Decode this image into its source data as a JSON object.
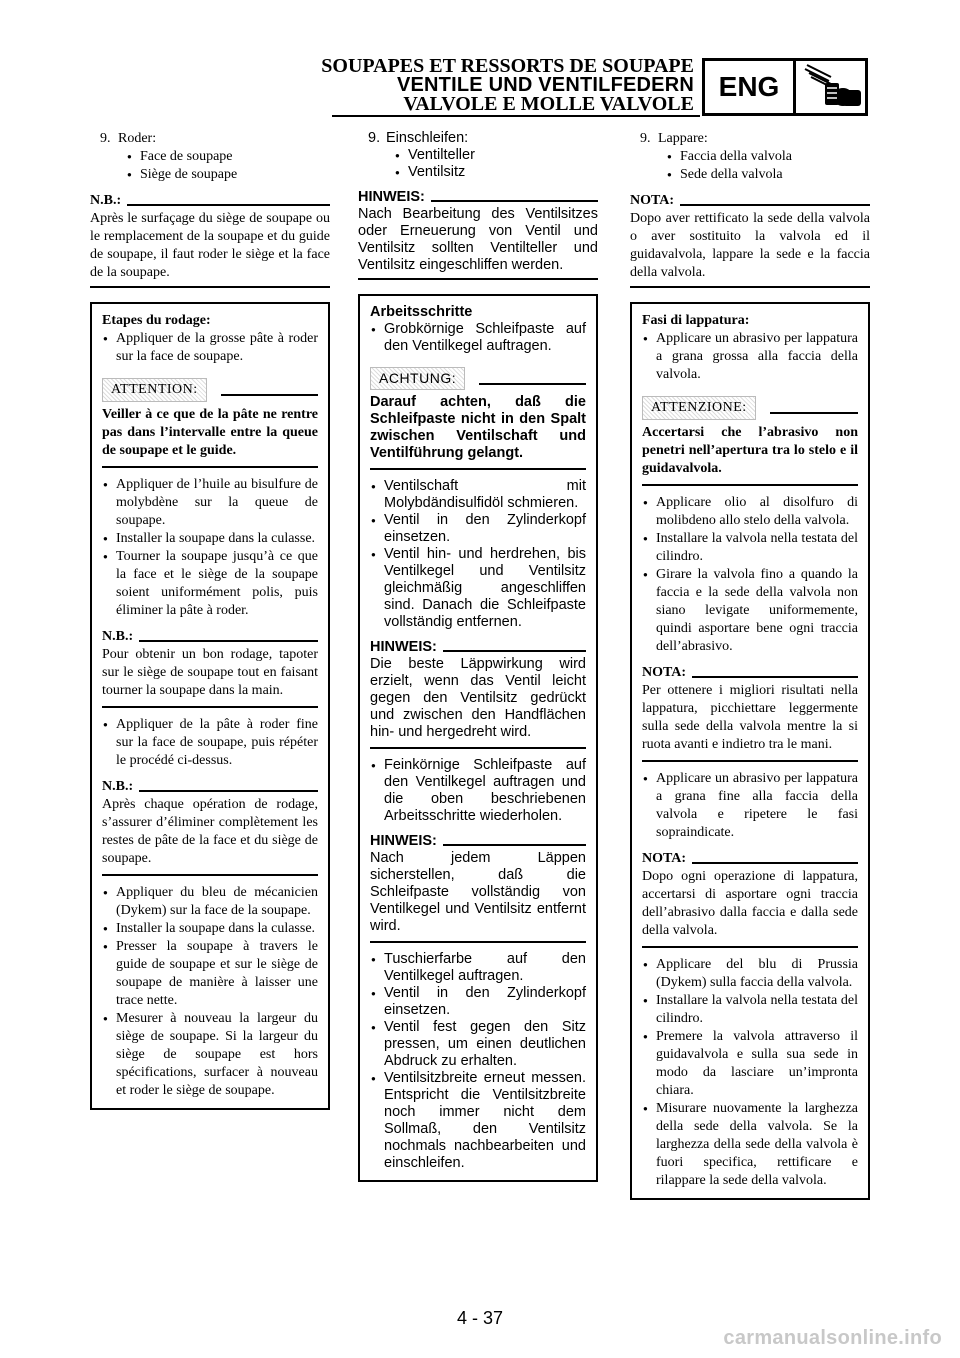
{
  "header": {
    "title_fr": "SOUPAPES ET RESSORTS DE SOUPAPE",
    "title_de": "VENTILE UND VENTILFEDERN",
    "title_it": "VALVOLE E MOLLE VALVOLE",
    "badge": "ENG",
    "icon": "engine-piston-icon"
  },
  "fr": {
    "step_num": "9.",
    "step": "Roder:",
    "sub1": "Face de soupape",
    "sub2": "Siège de soupape",
    "nb1_label": "N.B.:",
    "nb1": "Après le surfaçage du siège de soupape ou le remplacement de la soupape et du guide de soupape, il faut roder le siège et la face de la soupape.",
    "box_title": "Etapes du rodage:",
    "b1": "Appliquer de la grosse pâte à roder sur la face de soupape.",
    "att_label": "ATTENTION:",
    "att_text": "Veiller à ce que de la pâte ne rentre pas dans l’intervalle entre la queue de soupape et le guide.",
    "b2": "Appliquer de l’huile au bisulfure de molybdène sur la queue de soupape.",
    "b3": "Installer la soupape dans la culasse.",
    "b4": "Tourner la soupape jusqu’à ce que la face et le siège de la soupape soient uniformément polis, puis éliminer la pâte à roder.",
    "nb2_label": "N.B.:",
    "nb2": "Pour obtenir un bon rodage, tapoter sur le siège de soupape tout en faisant tourner la soupape dans la main.",
    "b5": "Appliquer de la pâte à roder fine sur la face de soupape, puis répéter le procédé ci-dessus.",
    "nb3_label": "N.B.:",
    "nb3": "Après chaque opération de rodage, s’assurer d’éliminer complètement les restes de pâte de la face et du siège de soupape.",
    "b6": "Appliquer du bleu de mécanicien (Dykem) sur la face de la soupape.",
    "b7": "Installer la soupape dans la culasse.",
    "b8": "Presser la soupape à travers le guide de soupape et sur le siège de soupape de manière à laisser une trace nette.",
    "b9": "Mesurer à nouveau la largeur du siège de soupape. Si la largeur du siège de soupape est hors spécifications, surfacer à nouveau et roder le siège de soupape."
  },
  "de": {
    "step_num": "9.",
    "step": "Einschleifen:",
    "sub1": "Ventilteller",
    "sub2": "Ventilsitz",
    "nb1_label": "HINWEIS:",
    "nb1": "Nach Bearbeitung des Ventilsitzes oder Erneuerung von Ventil und Ventilsitz sollten Ventilteller und Ventilsitz eingeschliffen werden.",
    "box_title": "Arbeitsschritte",
    "b1": "Grobkörnige Schleifpaste auf den Ventilkegel auftragen.",
    "att_label": "ACHTUNG:",
    "att_text": "Darauf achten, daß die Schleifpaste nicht in den Spalt zwischen Ventilschaft und Ventilführung gelangt.",
    "b2": "Ventilschaft mit Molybdändisulfidöl schmieren.",
    "b3": "Ventil in den Zylinderkopf einsetzen.",
    "b4": "Ventil hin- und herdrehen, bis Ventilkegel und Ventilsitz gleichmäßig angeschliffen sind. Danach die Schleifpaste vollständig entfernen.",
    "nb2_label": "HINWEIS:",
    "nb2": "Die beste Läppwirkung wird erzielt, wenn das Ventil leicht gegen den Ventilsitz gedrückt und zwischen den Handflächen hin- und hergedreht wird.",
    "b5": "Feinkörnige Schleifpaste auf den Ventilkegel auftragen und die oben beschriebenen Arbeitsschritte wiederholen.",
    "nb3_label": "HINWEIS:",
    "nb3": "Nach jedem Läppen sicherstellen, daß die Schleifpaste vollständig von Ventilkegel und Ventilsitz entfernt wird.",
    "b6": "Tuschierfarbe auf den Ventilkegel auftragen.",
    "b7": "Ventil in den Zylinderkopf einsetzen.",
    "b8": "Ventil fest gegen den Sitz pressen, um einen deutlichen Abdruck zu erhalten.",
    "b9": "Ventilsitzbreite erneut messen. Entspricht die Ventilsitzbreite noch immer nicht dem Sollmaß, den Ventilsitz nochmals nachbearbeiten und einschleifen."
  },
  "it": {
    "step_num": "9.",
    "step": "Lappare:",
    "sub1": "Faccia della valvola",
    "sub2": "Sede della valvola",
    "nb1_label": "NOTA:",
    "nb1": "Dopo aver rettificato la sede della valvola o aver sostituito la valvola ed il guidavalvola, lappare la sede e la faccia della valvola.",
    "box_title": "Fasi di lappatura:",
    "b1": "Applicare un abrasivo per lappatura a grana grossa alla faccia della valvola.",
    "att_label": "ATTENZIONE:",
    "att_text": "Accertarsi che l’abrasivo non penetri nell’apertura tra lo stelo e il guidavalvola.",
    "b2": "Applicare olio al disolfuro di molibdeno allo stelo della valvola.",
    "b3": "Installare la valvola nella testata del cilindro.",
    "b4": "Girare la valvola fino a quando la faccia e la sede della valvola non siano levigate uniformemente, quindi asportare bene ogni traccia dell’abrasivo.",
    "nb2_label": "NOTA:",
    "nb2": "Per ottenere i migliori risultati nella lappatura, picchiettare leggermente sulla sede della valvola mentre la si ruota avanti e indietro tra le mani.",
    "b5": "Applicare un abrasivo per lappatura a grana fine alla faccia della valvola e ripetere le fasi sopraindicate.",
    "nb3_label": "NOTA:",
    "nb3": "Dopo ogni operazione di lappatura, accertarsi di asportare ogni traccia dell’abrasivo dalla faccia e dalla sede della valvola.",
    "b6": "Applicare del blu di Prussia (Dykem) sulla faccia della valvola.",
    "b7": "Installare la valvola nella testata del cilindro.",
    "b8": "Premere la valvola attraverso il guidavalvola e sulla sua sede in modo da lasciare un’impronta chiara.",
    "b9": "Misurare nuovamente la larghezza della sede della valvola. Se la larghezza della sede della valvola è fuori specifica, rettificare e rilappare la sede della valvola."
  },
  "footer": {
    "page": "4 - 37",
    "watermark": "carmanualsonline.info"
  }
}
